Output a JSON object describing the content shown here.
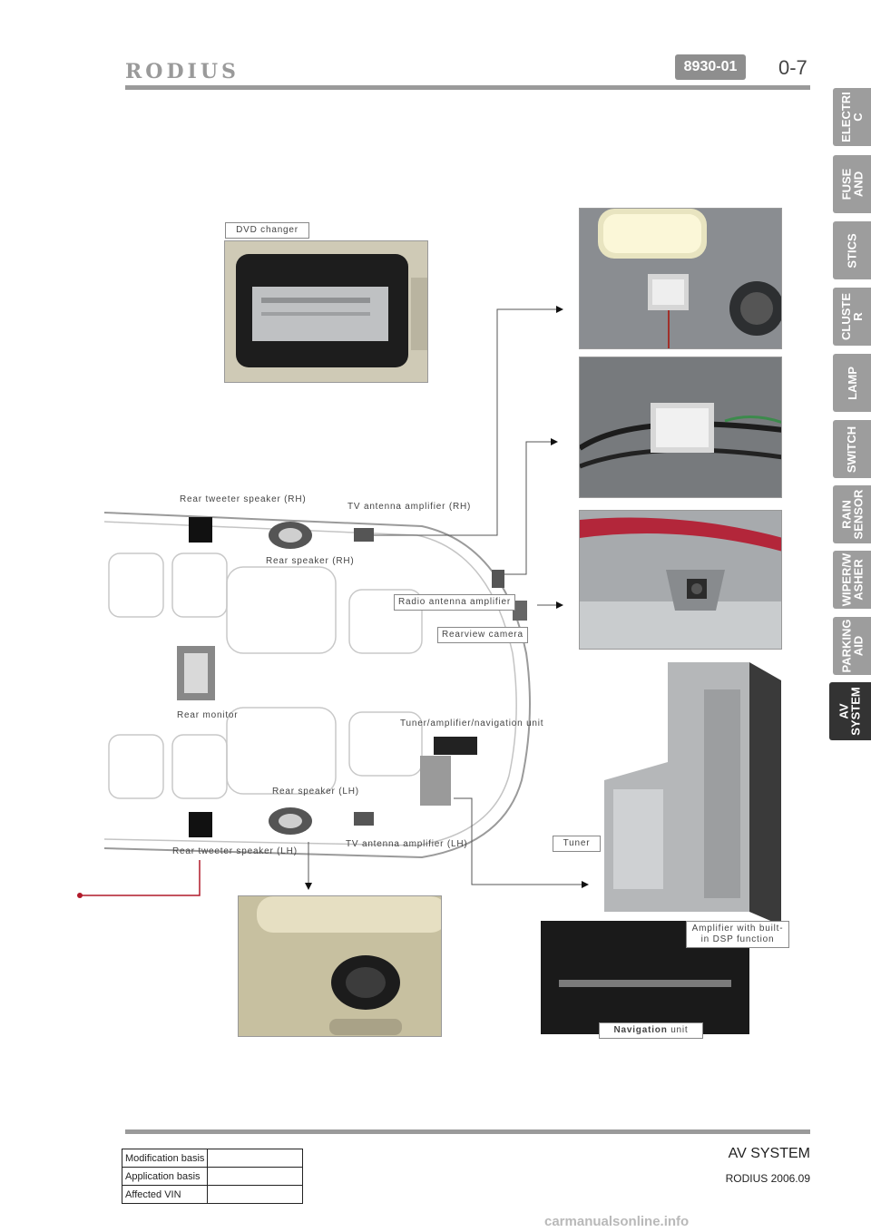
{
  "header": {
    "brand": "RODIUS",
    "code": "8930-01",
    "page": "0-7"
  },
  "side_tabs": [
    {
      "label": "ELECTRI\nC",
      "active": false
    },
    {
      "label": "FUSE\nAND",
      "active": false
    },
    {
      "label": "STICS",
      "active": false
    },
    {
      "label": "CLUSTE\nR",
      "active": false
    },
    {
      "label": "LAMP",
      "active": false
    },
    {
      "label": "SWITCH",
      "active": false
    },
    {
      "label": "RAIN\nSENSOR",
      "active": false
    },
    {
      "label": "WIPER/W\nASHER",
      "active": false
    },
    {
      "label": "PARKING\nAID",
      "active": false
    },
    {
      "label": "AV\nSYSTEM",
      "active": true
    }
  ],
  "diagram": {
    "dvd_changer": "DVD changer",
    "rear_tweeter_rh": "Rear tweeter speaker (RH)",
    "tv_antenna_rh": "TV antenna amplifier (RH)",
    "rear_speaker_rh": "Rear speaker (RH)",
    "radio_antenna": "Radio antenna amplifier",
    "rearview_camera": "Rearview camera",
    "rear_monitor": "Rear monitor",
    "tuner_unit": "Tuner/amplifier/navigation unit",
    "rear_speaker_lh": "Rear speaker (LH)",
    "rear_tweeter_lh": "Rear tweeter speaker (LH)",
    "tv_antenna_lh": "TV antenna amplifier (LH)",
    "tuner": "Tuner",
    "amplifier": "Amplifier with built-in DSP function",
    "navigation_bold": "Navigation",
    "navigation_rest": " unit"
  },
  "footer": {
    "title": "AV SYSTEM",
    "subtitle": "RODIUS 2006.09",
    "rows": [
      {
        "label": "Modification basis",
        "value": ""
      },
      {
        "label": "Application basis",
        "value": ""
      },
      {
        "label": "Affected VIN",
        "value": ""
      }
    ]
  },
  "watermark": "carmanualsonline.info"
}
